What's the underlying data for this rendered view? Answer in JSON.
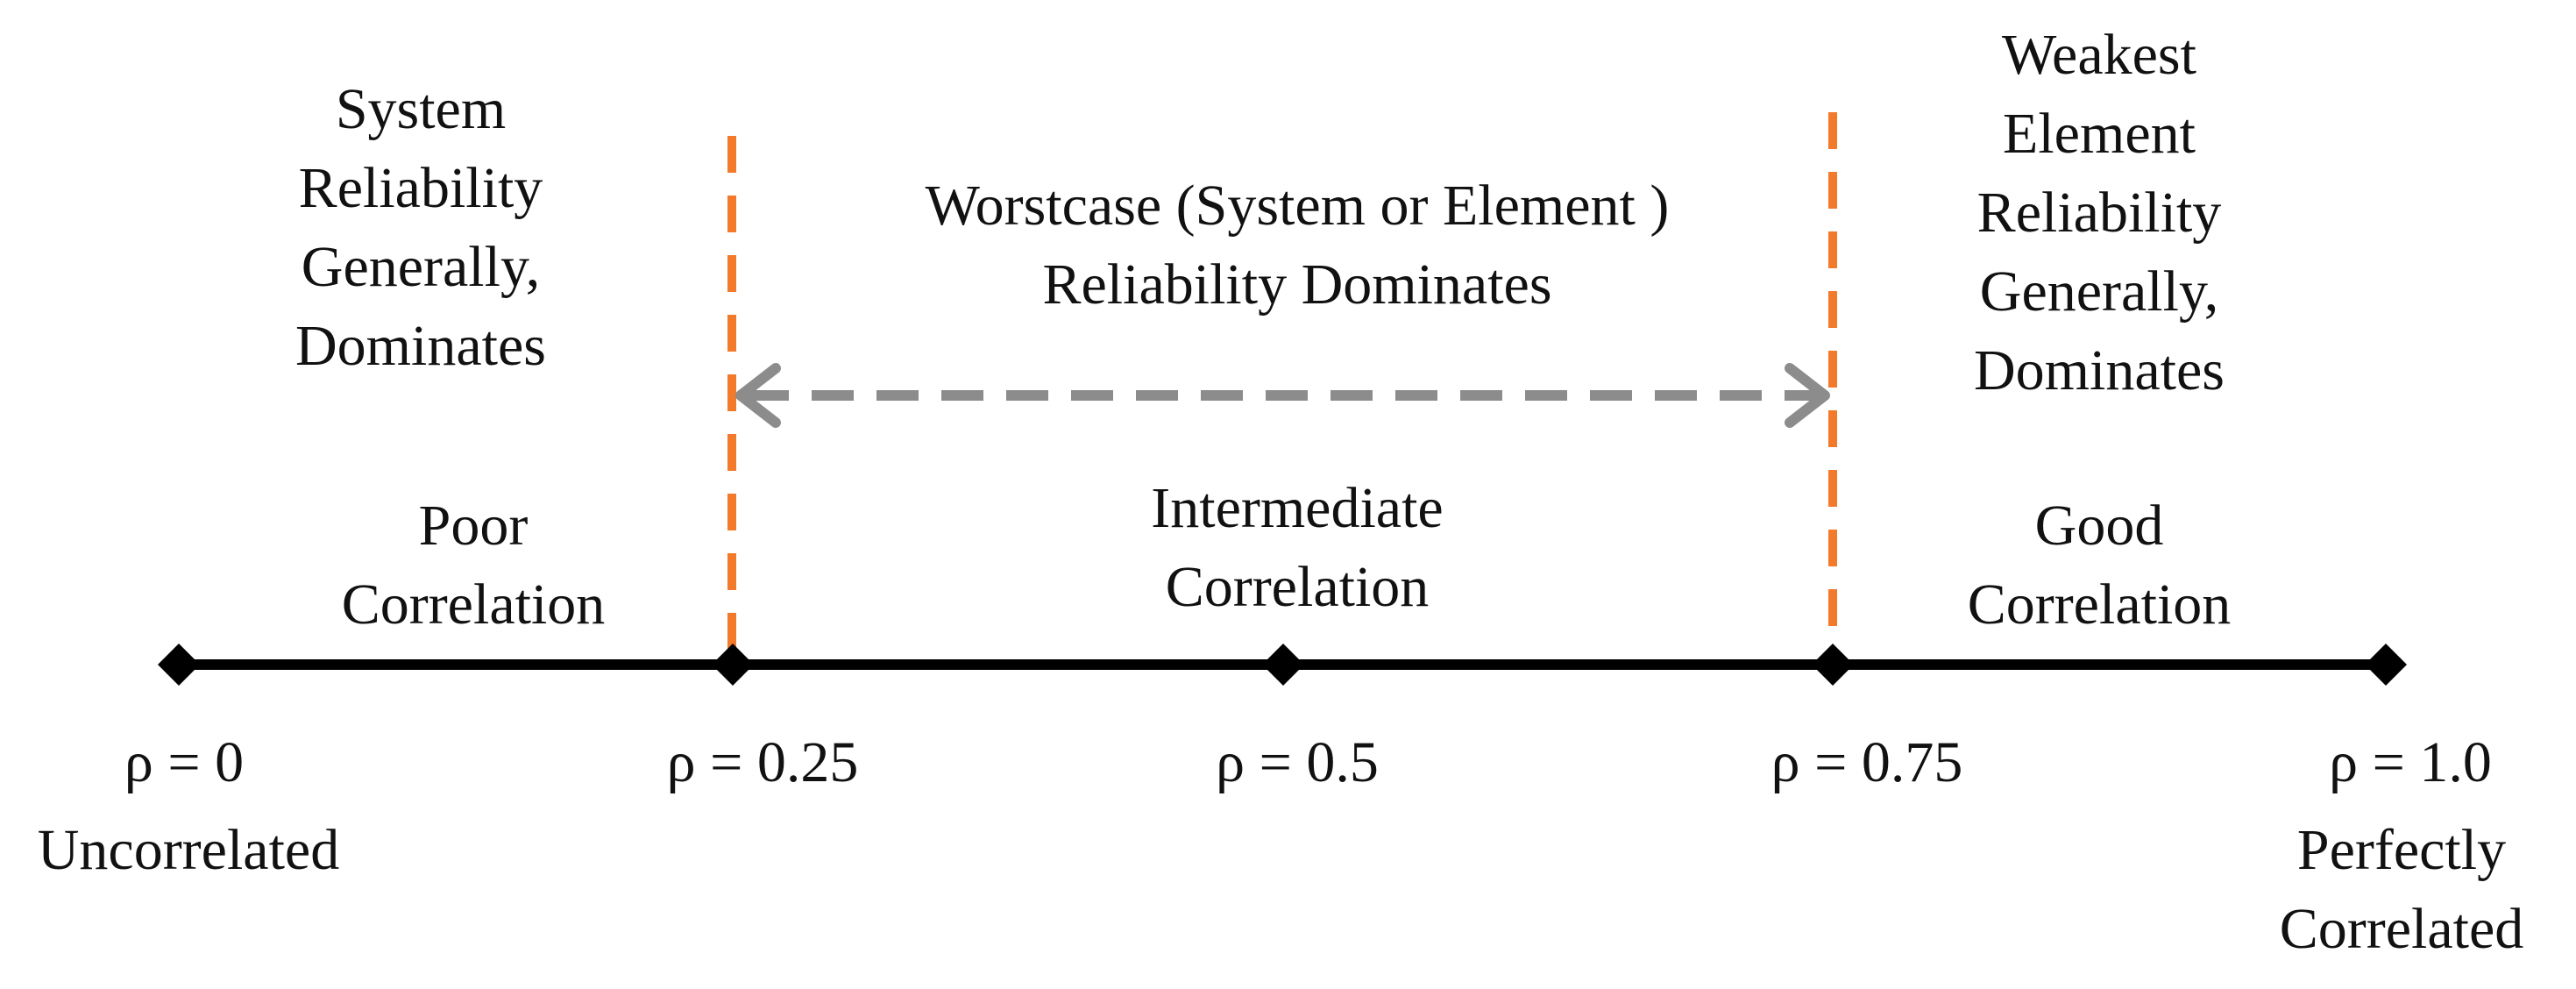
{
  "colors": {
    "axis": "#000000",
    "threshold": "#f27a2a",
    "range_arrow": "#8c8c8c",
    "text": "#111111"
  },
  "axis": {
    "ticks": [
      {
        "value": "ρ = 0",
        "description": "Uncorrelated"
      },
      {
        "value": "ρ =  0.25",
        "description": ""
      },
      {
        "value": "ρ = 0.5",
        "description": ""
      },
      {
        "value": "ρ =  0.75",
        "description": ""
      },
      {
        "value": "ρ = 1.0",
        "description": "Perfectly Correlated"
      }
    ],
    "thresholds": [
      "ρ =  0.25",
      "ρ =  0.75"
    ]
  },
  "regions": {
    "low": {
      "correlation": [
        "Poor",
        "Correlation"
      ],
      "dominance": [
        "System",
        "Reliability",
        "Generally,",
        "Dominates"
      ]
    },
    "mid": {
      "correlation": [
        "Intermediate",
        "Correlation"
      ],
      "dominance": [
        "Worstcase (System or Element )",
        "Reliability  Dominates"
      ]
    },
    "high": {
      "correlation": [
        "Good",
        "Correlation"
      ],
      "dominance": [
        "Weakest",
        "Element",
        "Reliability",
        "Generally,",
        "Dominates"
      ]
    }
  },
  "bottom_labels": {
    "uncorrelated": "Uncorrelated",
    "perfectly": [
      "Perfectly",
      "Correlated"
    ]
  }
}
